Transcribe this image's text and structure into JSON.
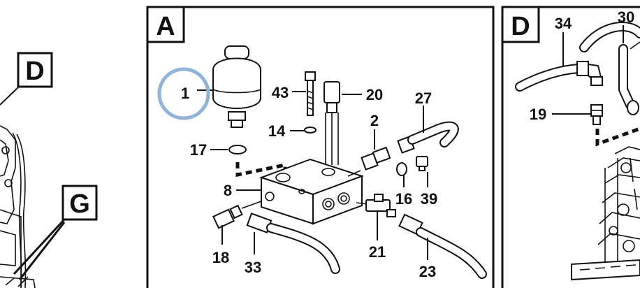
{
  "panels": {
    "left": {
      "callouts": [
        "D",
        "G"
      ]
    },
    "a": {
      "letter": "A"
    },
    "d": {
      "letter": "D"
    }
  },
  "part_labels": {
    "p1": "1",
    "p43": "43",
    "p20": "20",
    "p14": "14",
    "p17": "17",
    "p2": "2",
    "p27": "27",
    "p8": "8",
    "p16": "16",
    "p39": "39",
    "p18": "18",
    "p33": "33",
    "p21": "21",
    "p23": "23",
    "p34": "34",
    "p30": "30",
    "p19": "19"
  },
  "highlight": {
    "label": "1",
    "color": "#8fb3d9"
  }
}
